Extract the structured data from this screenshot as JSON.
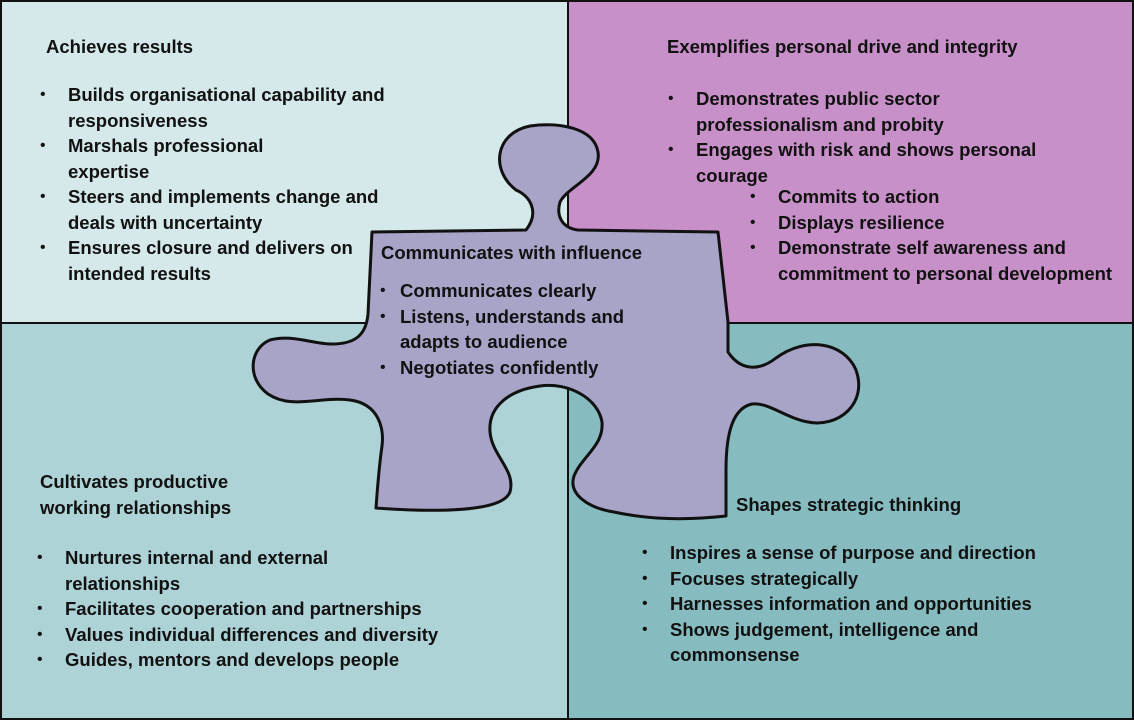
{
  "colors": {
    "top_left": "#d5e8ea",
    "top_right": "#c890c8",
    "bottom_left": "#aed3d7",
    "bottom_right": "#86bcc0",
    "puzzle_piece": "#a7a4c8",
    "outline": "#111111"
  },
  "quadrants": {
    "top_left": {
      "title": "Achieves results",
      "items": [
        "Builds organisational capability and responsiveness",
        "Marshals professional expertise",
        "Steers and implements change and deals with uncertainty",
        "Ensures closure and delivers on intended results"
      ]
    },
    "top_right": {
      "title": "Exemplifies personal drive and integrity",
      "items": [
        "Demonstrates public sector professionalism and probity",
        "Engages with risk and shows personal courage"
      ],
      "sub_items": [
        "Commits to action",
        "Displays resilience",
        "Demonstrate self awareness and commitment to personal development"
      ]
    },
    "bottom_left": {
      "title": "Cultivates productive working relationships",
      "items": [
        "Nurtures internal and external relationships",
        "Facilitates cooperation and partnerships",
        "Values individual differences and  diversity",
        "Guides, mentors and develops people"
      ]
    },
    "bottom_right": {
      "title": "Shapes strategic thinking",
      "items": [
        "Inspires a sense of purpose and direction",
        "Focuses strategically",
        "Harnesses information and opportunities",
        "Shows judgement, intelligence and commonsense"
      ]
    }
  },
  "center_piece": {
    "title": "Communicates with influence",
    "items": [
      "Communicates clearly",
      "Listens, understands and adapts to audience",
      "Negotiates confidently"
    ]
  }
}
